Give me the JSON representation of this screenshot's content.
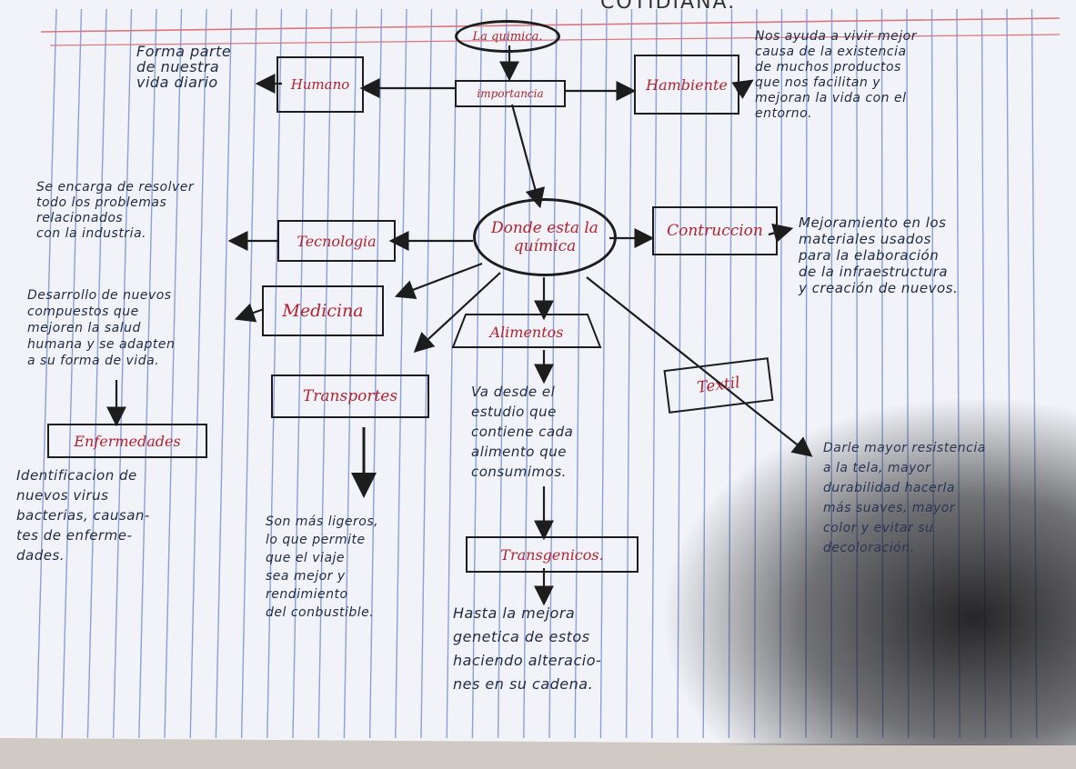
{
  "header_scrawl": "COTIDIANA.",
  "colors": {
    "paper": "#f2f3f8",
    "rule_blue": "#8aa0d8",
    "margin_red": "#d9777e",
    "ink": "#1d1d1d",
    "red_ink": "#b5222e",
    "shadow": "#1c1c1f"
  },
  "nodes": {
    "top": "La quimica.",
    "importancia": "importancia",
    "humano": "Humano",
    "ambiente": "Hambiente",
    "center": "Donde esta la química",
    "tecnologia": "Tecnologia",
    "construccion": "Contruccion",
    "medicina": "Medicina",
    "alimentos": "Alimentos",
    "transportes": "Transportes",
    "textil": "Textil",
    "enfermedades": "Enfermedades",
    "transgenicos": "Transgenicos."
  },
  "notes": {
    "humano": "Forma parte\nde nuestra\nvida diario",
    "ambiente": "Nos ayuda a vivir mejor\ncausa de la existencia\nde muchos productos\nque nos facilitan y\nmejoran la vida con el\nentorno.",
    "tecnologia": "Se encarga de resolver\ntodo los problemas\nrelacionados\ncon la industria.",
    "construccion": "Mejoramiento en los\nmateriales usados\npara la elaboración\nde la infraestructura\ny creación de nuevos.",
    "medicina": "Desarrollo de nuevos\ncompuestos que\nmejoren la salud\nhumana y se adapten\na su forma de vida.",
    "alimentos": "Va desde el\nestudio que\ncontiene cada\nalimento que\nconsumimos.",
    "enfermedades": "Identificacion de\nnuevos virus\nbacterias, causan-\ntes de enferme-\ndades.",
    "transportes": "Son más ligeros,\nlo que permite\nque el viaje\nsea mejor y\nrendimiento\ndel conbustible.",
    "transgenicos": "Hasta la mejora\ngenetica de estos\nhaciendo alteracio-\nnes en su cadena.",
    "textil": "Darle mayor resistencia\na la tela, mayor\ndurabilidad hacerla\nmás suaves, mayor\ncolor y evitar su\ndecoloración."
  }
}
